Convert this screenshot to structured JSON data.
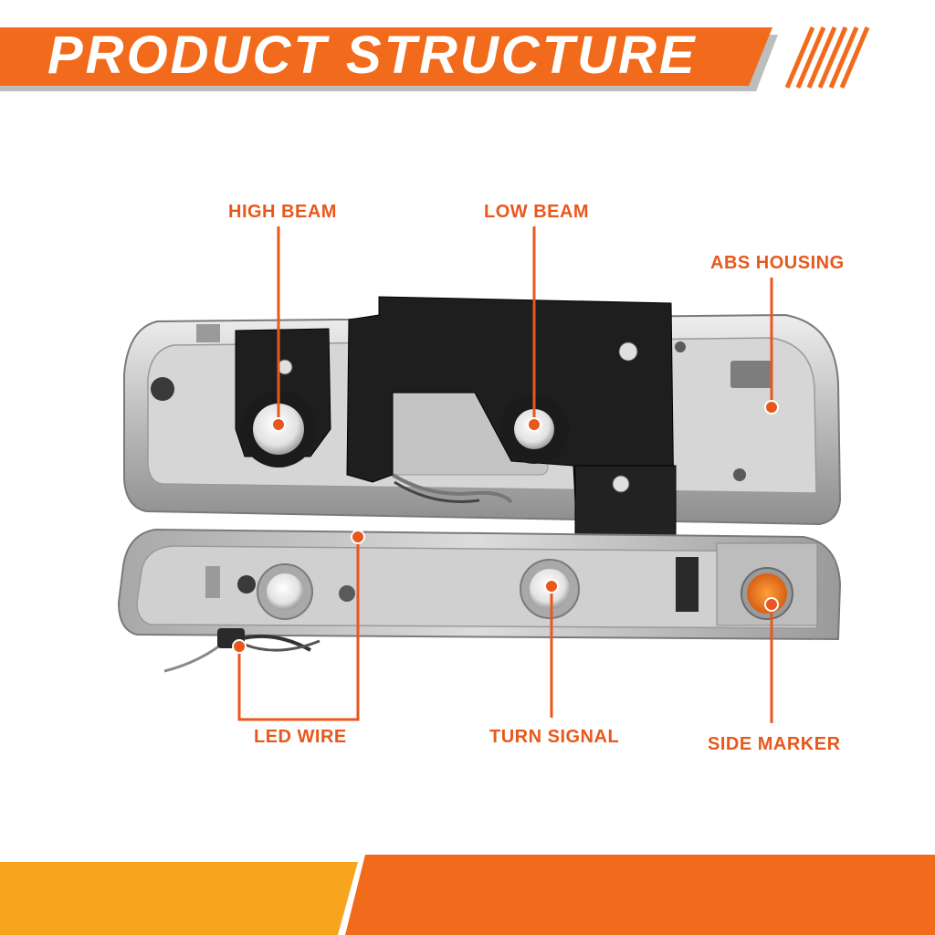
{
  "banner": {
    "title": "PRODUCT STRUCTURE"
  },
  "callouts": {
    "high_beam": "HIGH BEAM",
    "low_beam": "LOW BEAM",
    "abs_housing": "ABS HOUSING",
    "led_wire": "LED WIRE",
    "turn_signal": "TURN SIGNAL",
    "side_marker": "SIDE MARKER"
  },
  "colors": {
    "accent_orange": "#f26a1b",
    "accent_yellow": "#f7a51c",
    "label_orange": "#e8581c",
    "background": "#ffffff"
  }
}
